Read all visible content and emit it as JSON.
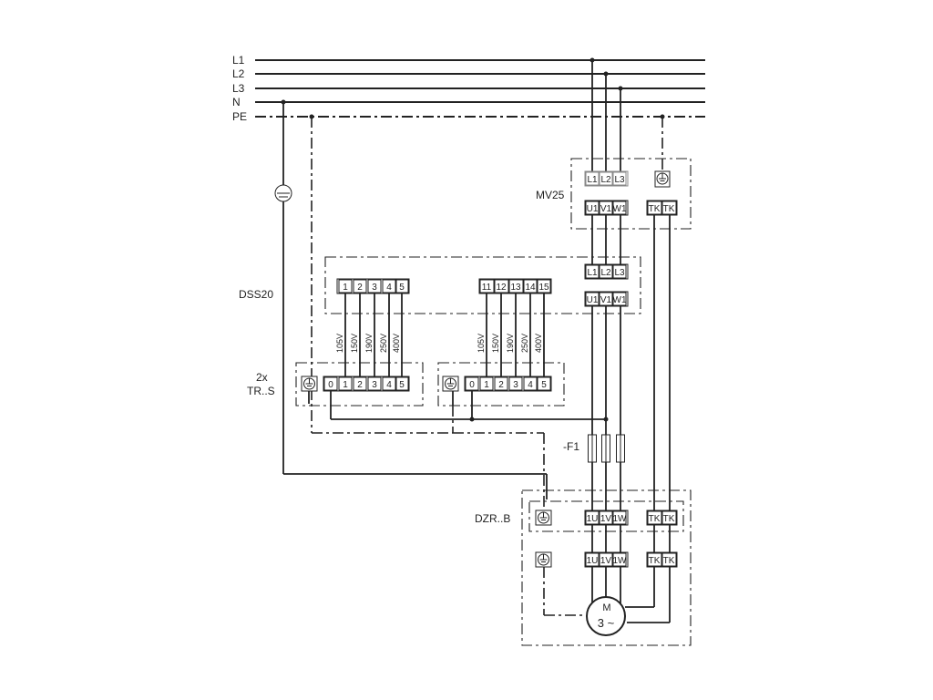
{
  "bus_lines": [
    {
      "label": "L1"
    },
    {
      "label": "L2"
    },
    {
      "label": "L3"
    },
    {
      "label": "N"
    },
    {
      "label": "PE"
    }
  ],
  "mv25": {
    "label": "MV25",
    "inputs": [
      "L1",
      "L2",
      "L3"
    ],
    "outputs": [
      "U1",
      "V1",
      "W1"
    ],
    "tk": [
      "TK",
      "TK"
    ]
  },
  "dss20": {
    "label": "DSS20",
    "inputs": [
      "L1",
      "L2",
      "L3"
    ],
    "outputs": [
      "U1",
      "V1",
      "W1"
    ],
    "group1": [
      "1",
      "2",
      "3",
      "4",
      "5"
    ],
    "group2": [
      "11",
      "12",
      "13",
      "14",
      "15"
    ],
    "voltages": [
      "105V",
      "150V",
      "190V",
      "250V",
      "400V"
    ]
  },
  "transformers": {
    "label_line1": "2x",
    "label_line2": "TR..S",
    "taps": [
      "0",
      "1",
      "2",
      "3",
      "4",
      "5"
    ]
  },
  "fuse": {
    "label": "-F1"
  },
  "dzr": {
    "label": "DZR..B",
    "terminals": [
      "1U",
      "1V",
      "1W"
    ],
    "tk": [
      "TK",
      "TK"
    ]
  },
  "motor": {
    "line1": "M",
    "line2": "3 ~"
  }
}
